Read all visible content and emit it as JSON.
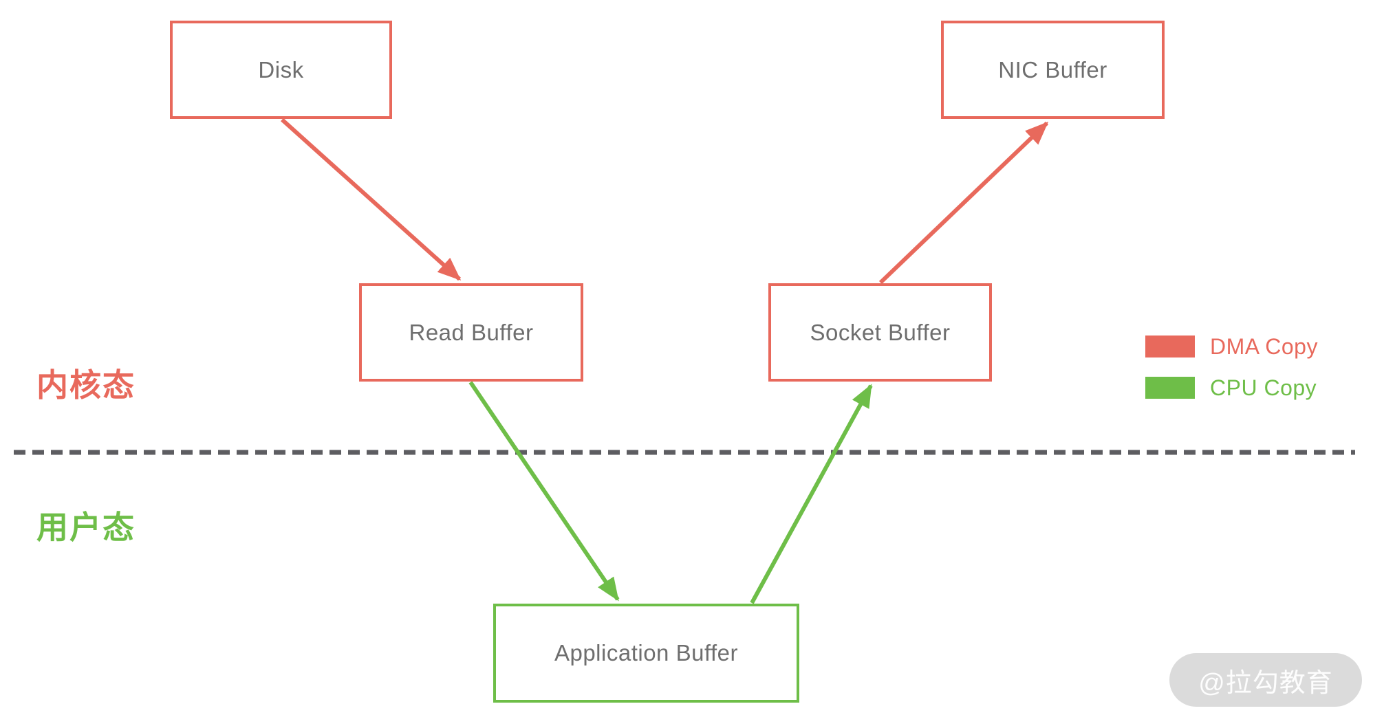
{
  "diagram": {
    "title_hint": "zero-copy buffer data flow",
    "nodes": {
      "disk": {
        "label": "Disk"
      },
      "nic_buffer": {
        "label": "NIC Buffer"
      },
      "read_buffer": {
        "label": "Read Buffer"
      },
      "socket_buffer": {
        "label": "Socket Buffer"
      },
      "application_buffer": {
        "label": "Application Buffer"
      }
    },
    "edges": [
      {
        "from": "disk",
        "to": "read_buffer",
        "type": "DMA Copy",
        "color": "#e8695c"
      },
      {
        "from": "read_buffer",
        "to": "application_buffer",
        "type": "CPU Copy",
        "color": "#6ebe48"
      },
      {
        "from": "application_buffer",
        "to": "socket_buffer",
        "type": "CPU Copy",
        "color": "#6ebe48"
      },
      {
        "from": "socket_buffer",
        "to": "nic_buffer",
        "type": "DMA Copy",
        "color": "#e8695c"
      }
    ],
    "zones": {
      "kernel": {
        "label": "内核态",
        "color": "#e8695c"
      },
      "user": {
        "label": "用户态",
        "color": "#6ebe48"
      }
    },
    "divider": {
      "style": "dashed",
      "color": "#5d5d61"
    },
    "legend": {
      "items": [
        {
          "label": "DMA Copy",
          "color": "#e8695c"
        },
        {
          "label": "CPU Copy",
          "color": "#6ebe48"
        }
      ]
    },
    "watermark": {
      "label": "@拉勾教育"
    }
  }
}
